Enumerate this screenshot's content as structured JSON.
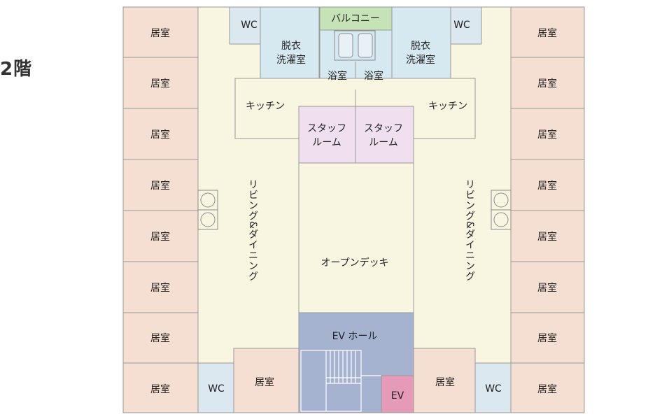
{
  "floor": "2階",
  "labels": {
    "room": "居室",
    "wc": "WC",
    "balcony": "バルコニー",
    "dressing_line1": "脱衣",
    "dressing_line2": "洗濯室",
    "bath": "浴室",
    "kitchen": "キッチン",
    "staff_line1": "スタッフ",
    "staff_line2": "ルーム",
    "living_dining": "リビング&ダイニング",
    "open_deck": "オープンデッキ",
    "ev_hall": "EV ホール",
    "ev": "EV"
  },
  "colors": {
    "room": "#f5dfd2",
    "common": "#f8f6e0",
    "wc": "#dbe8ef",
    "bath": "#d6e8f0",
    "balcony": "#c5e3b6",
    "staff": "#efdfef",
    "ev_hall": "#a6b3d0",
    "ev": "#e59ab8",
    "line": "#9a9a9a"
  }
}
